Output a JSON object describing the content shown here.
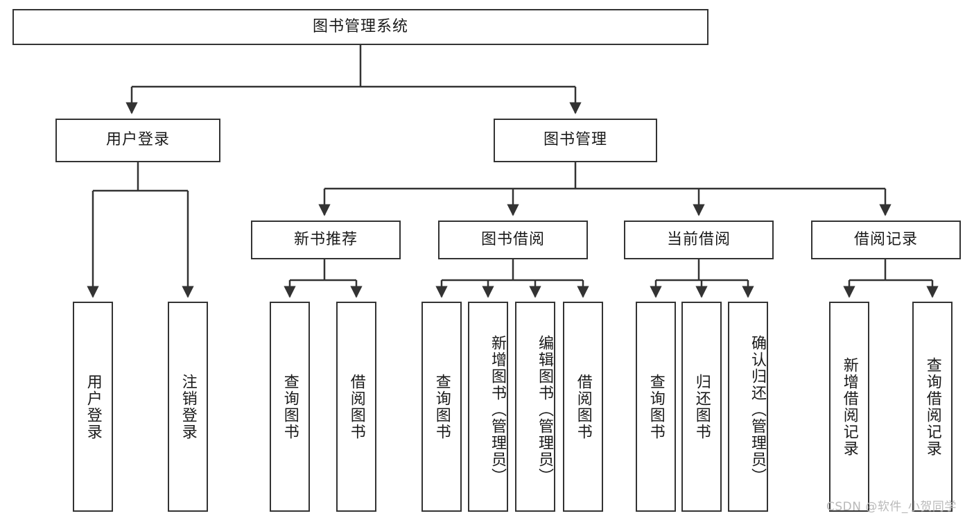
{
  "diagram": {
    "title": "图书管理系统",
    "type": "hierarchical-tree",
    "root": {
      "label": "图书管理系统",
      "children": [
        {
          "label": "用户登录",
          "children": [
            {
              "label": "用户登录"
            },
            {
              "label": "注销登录"
            }
          ]
        },
        {
          "label": "图书管理",
          "children": [
            {
              "label": "新书推荐",
              "children": [
                {
                  "label": "查询图书"
                },
                {
                  "label": "借阅图书"
                }
              ]
            },
            {
              "label": "图书借阅",
              "children": [
                {
                  "label": "查询图书"
                },
                {
                  "label": "新增图书（管理员）"
                },
                {
                  "label": "编辑图书（管理员）"
                },
                {
                  "label": "借阅图书"
                }
              ]
            },
            {
              "label": "当前借阅",
              "children": [
                {
                  "label": "查询图书"
                },
                {
                  "label": "归还图书"
                },
                {
                  "label": "确认归还（管理员）"
                }
              ]
            },
            {
              "label": "借阅记录",
              "children": [
                {
                  "label": "新增借阅记录"
                },
                {
                  "label": "查询借阅记录"
                }
              ]
            }
          ]
        }
      ]
    }
  },
  "nodes": {
    "root": "图书管理系统",
    "l1_user_login": "用户登录",
    "l1_book_mgmt": "图书管理",
    "l2_new_book_rec": "新书推荐",
    "l2_book_borrow": "图书借阅",
    "l2_current_borrow": "当前借阅",
    "l2_borrow_record": "借阅记录",
    "leaf_user_login": "用户登录",
    "leaf_logout": "注销登录",
    "leaf_query_book_1": "查询图书",
    "leaf_borrow_book_1": "借阅图书",
    "leaf_query_book_2": "查询图书",
    "leaf_add_book_admin": "新增图书（管理员）",
    "leaf_edit_book_admin": "编辑图书（管理员）",
    "leaf_borrow_book_2": "借阅图书",
    "leaf_query_book_3": "查询图书",
    "leaf_return_book": "归还图书",
    "leaf_confirm_return_admin": "确认归还（管理员）",
    "leaf_add_borrow_record": "新增借阅记录",
    "leaf_query_borrow_record": "查询借阅记录"
  },
  "watermark": {
    "text": "CSDN @软件_小贺同学"
  },
  "colors": {
    "stroke": "#333333",
    "background": "#ffffff",
    "text": "#1a1a1a",
    "watermark": "#b9b9b9"
  }
}
